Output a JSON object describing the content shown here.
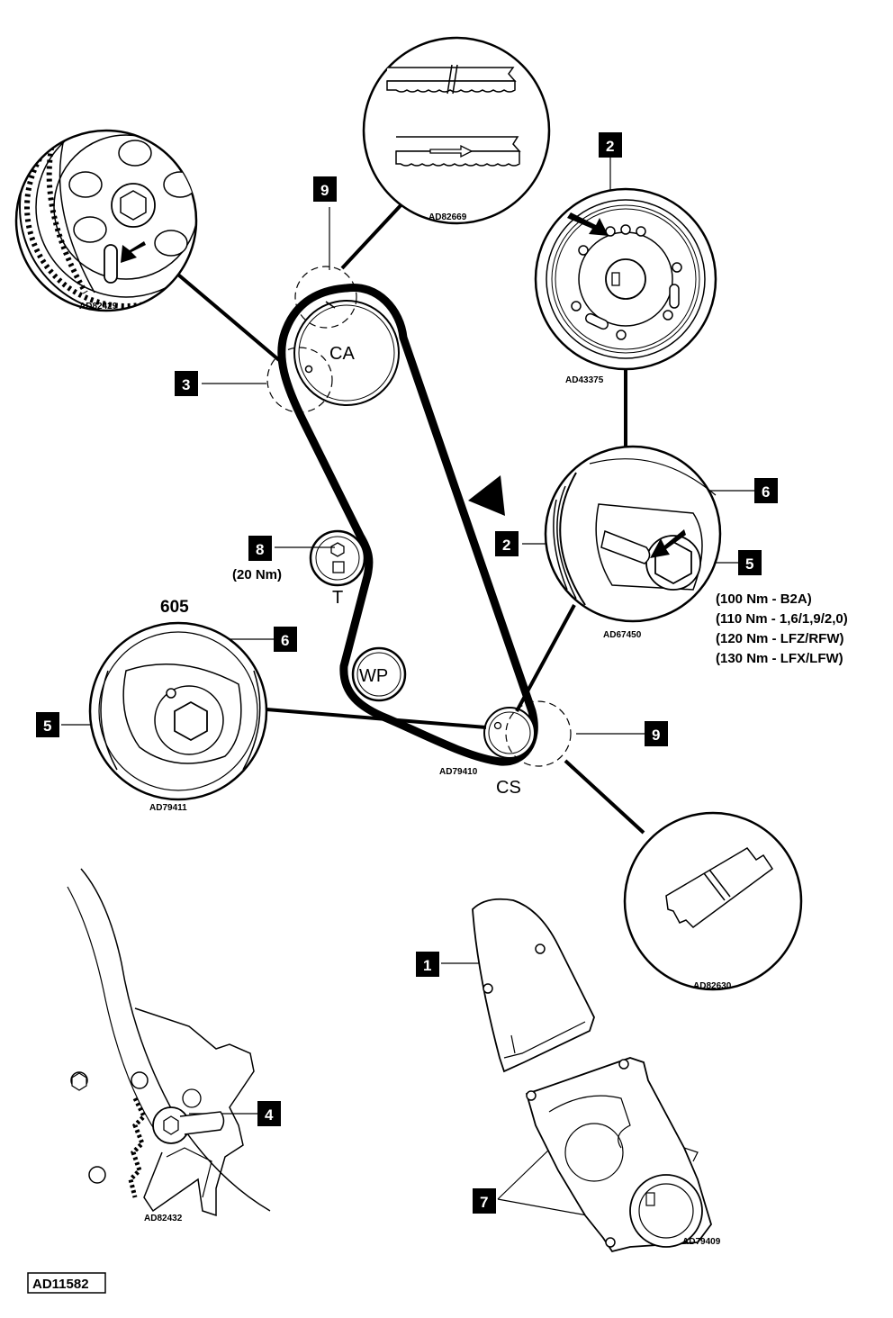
{
  "pulleys": {
    "camshaft": "CA",
    "water_pump": "WP",
    "crankshaft": "CS",
    "tensioner": "T"
  },
  "model_label": "605",
  "tensioner_torque": "(20 Nm)",
  "bolt_torques": [
    "(100 Nm - B2A)",
    "(110 Nm - 1,6/1,9/2,0)",
    "(120 Nm - LFZ/RFW)",
    "(130 Nm - LFX/LFW)"
  ],
  "callouts": {
    "c1": "1",
    "c2a": "2",
    "c2b": "2",
    "c3": "3",
    "c4": "4",
    "c5a": "5",
    "c5b": "5",
    "c6a": "6",
    "c6b": "6",
    "c7": "7",
    "c8": "8",
    "c9a": "9",
    "c9b": "9"
  },
  "refs": {
    "cam_detail": "AD82429",
    "belt_marks": "AD82669",
    "flywheel": "AD43375",
    "crank_pulley_right": "AD67450",
    "crank_small": "AD79410",
    "crank_pulley_left": "AD79411",
    "belt_mark_crank": "AD82630",
    "tensioner_detail": "AD82432",
    "lower_cover": "AD79409",
    "figure": "AD11582"
  }
}
